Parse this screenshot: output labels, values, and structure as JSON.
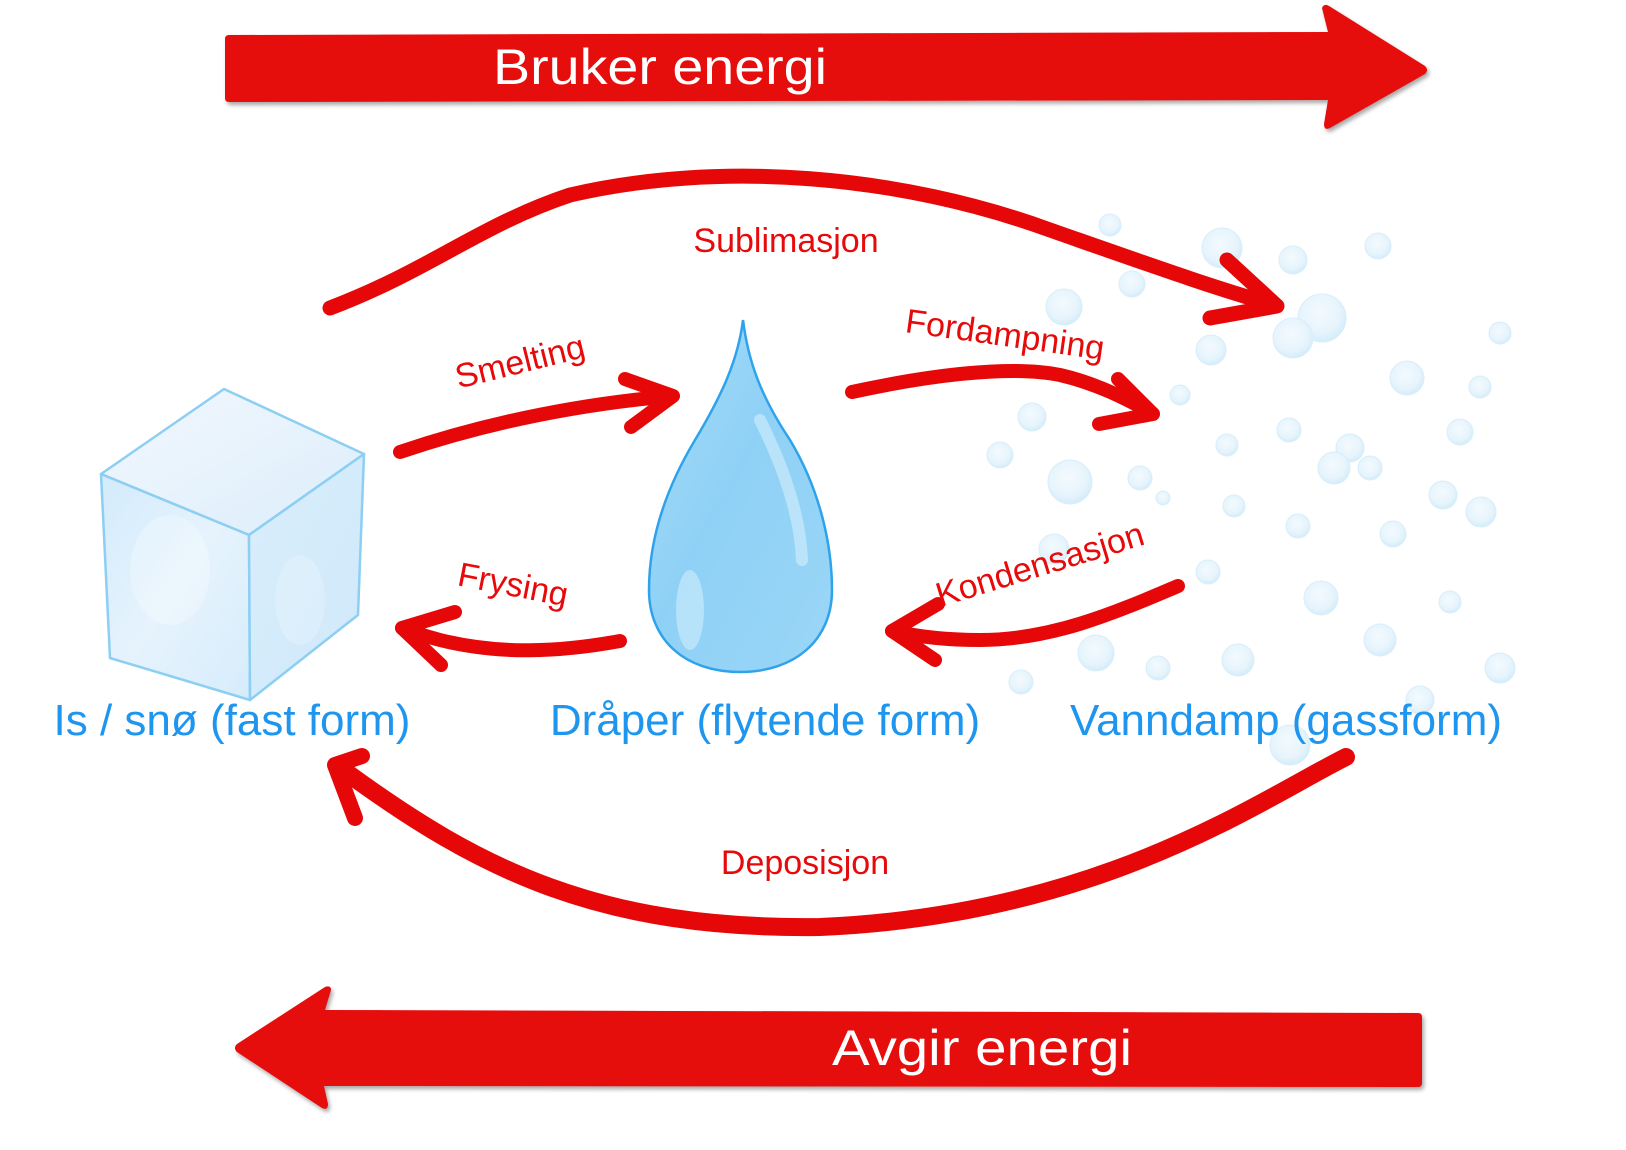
{
  "colors": {
    "arrow_red": "#e60808",
    "state_label_blue": "#1e96ef",
    "ice_fill": "#dff0fc",
    "ice_edge": "#8ccff3",
    "drop_fill": "#93d3f7",
    "drop_edge": "#2ea3ec",
    "vapor_bubble": "#e3f3fc"
  },
  "energy": {
    "top": {
      "label": "Bruker energi",
      "direction": "right"
    },
    "bottom": {
      "label": "Avgir energi",
      "direction": "left"
    }
  },
  "states": [
    {
      "id": "solid",
      "label": "Is / snø (fast form)",
      "icon": "ice-cube-icon"
    },
    {
      "id": "liquid",
      "label": "Dråper (flytende form)",
      "icon": "water-drop-icon"
    },
    {
      "id": "gas",
      "label": "Vanndamp (gassform)",
      "icon": "vapor-bubbles-icon"
    }
  ],
  "transitions": [
    {
      "id": "sublimation",
      "label": "Sublimasjon",
      "from": "solid",
      "to": "gas"
    },
    {
      "id": "melting",
      "label": "Smelting",
      "from": "solid",
      "to": "liquid"
    },
    {
      "id": "evaporation",
      "label": "Fordampning",
      "from": "liquid",
      "to": "gas"
    },
    {
      "id": "freezing",
      "label": "Frysing",
      "from": "liquid",
      "to": "solid"
    },
    {
      "id": "condensation",
      "label": "Kondensasjon",
      "from": "gas",
      "to": "liquid"
    },
    {
      "id": "deposition",
      "label": "Deposisjon",
      "from": "gas",
      "to": "solid"
    }
  ]
}
